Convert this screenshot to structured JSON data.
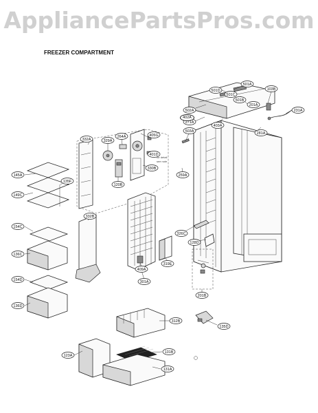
{
  "header": {
    "site_watermark": "AppliancePartsPros.com",
    "section_title": "FREEZER COMPARTMENT"
  },
  "callouts": [
    {
      "id": "c-502a",
      "label": "502A"
    },
    {
      "id": "c-501a",
      "label": "501A"
    },
    {
      "id": "c-501d",
      "label": "501D"
    },
    {
      "id": "c-501c",
      "label": "501C"
    },
    {
      "id": "c-501b",
      "label": "501B"
    },
    {
      "id": "c-103b",
      "label": "103B"
    },
    {
      "id": "c-201a-top",
      "label": "201A"
    },
    {
      "id": "c-231a",
      "label": "231A"
    },
    {
      "id": "c-402a",
      "label": "402A"
    },
    {
      "id": "c-271a",
      "label": "271A"
    },
    {
      "id": "c-403a",
      "label": "403A"
    },
    {
      "id": "c-503a",
      "label": "503A"
    },
    {
      "id": "c-281a",
      "label": "281A"
    },
    {
      "id": "c-332a",
      "label": "332A"
    },
    {
      "id": "c-329a",
      "label": "329A"
    },
    {
      "id": "c-264a",
      "label": "264A"
    },
    {
      "id": "c-405g",
      "label": "405G"
    },
    {
      "id": "c-401d",
      "label": "401D"
    },
    {
      "id": "c-330b",
      "label": "330B"
    },
    {
      "id": "c-120b",
      "label": "120B"
    },
    {
      "id": "c-259a",
      "label": "259A"
    },
    {
      "id": "c-145a",
      "label": "145A"
    },
    {
      "id": "c-135f",
      "label": "135F"
    },
    {
      "id": "c-149c",
      "label": "149C"
    },
    {
      "id": "c-332b",
      "label": "332B"
    },
    {
      "id": "c-154c",
      "label": "154C"
    },
    {
      "id": "c-136c",
      "label": "136C"
    },
    {
      "id": "c-154d",
      "label": "154D"
    },
    {
      "id": "c-136d",
      "label": "136D"
    },
    {
      "id": "c-326c",
      "label": "326C"
    },
    {
      "id": "c-128d",
      "label": "128D"
    },
    {
      "id": "c-319e",
      "label": "319E"
    },
    {
      "id": "c-409a",
      "label": "409A"
    },
    {
      "id": "c-301a",
      "label": "301A"
    },
    {
      "id": "c-201b",
      "label": "201B"
    },
    {
      "id": "c-312b",
      "label": "312B"
    },
    {
      "id": "c-135d",
      "label": "135D"
    },
    {
      "id": "c-123a",
      "label": "123A"
    },
    {
      "id": "c-131b",
      "label": "131B"
    },
    {
      "id": "c-131a",
      "label": "131A"
    }
  ]
}
